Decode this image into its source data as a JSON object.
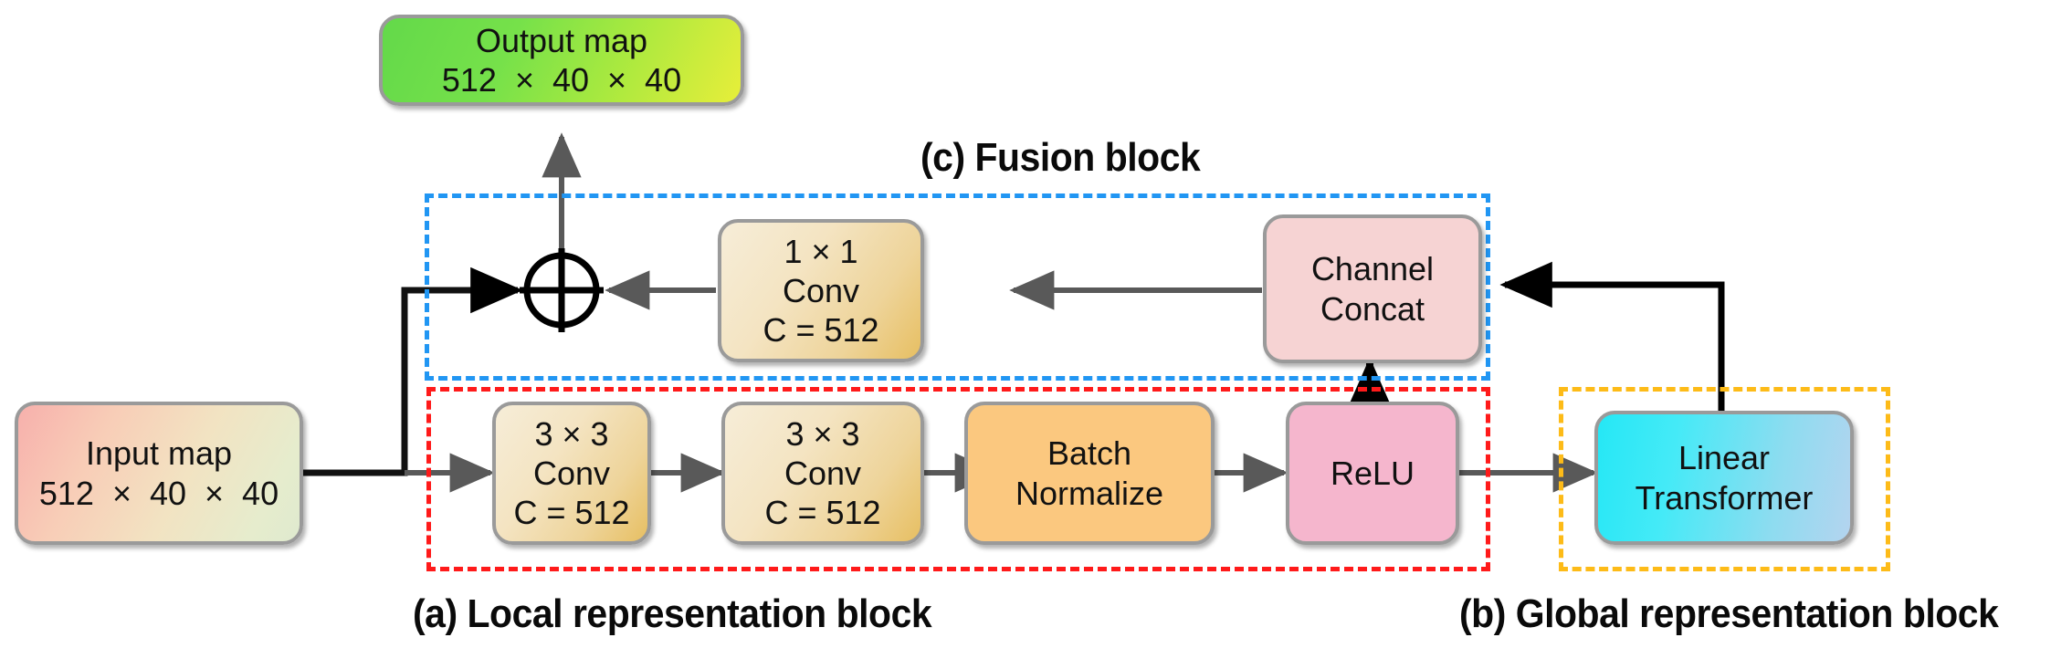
{
  "figure": {
    "title": "Local-global fusion block architecture",
    "background": "#ffffff"
  },
  "colors": {
    "fusion_frame": "#2196f3",
    "local_frame": "#ff1a1a",
    "global_frame": "#fdbb18",
    "node_border": "#9a9a9a",
    "arrow_gray": "#595959",
    "arrow_black": "#000000",
    "output_map": "#76e14a",
    "input_map": "#f7b0ac",
    "conv": "#eed49a",
    "batch_norm": "#fbc87f",
    "relu": "#f5b6cd",
    "channel_concat": "#f6d3d3",
    "linear_transformer": "#25e7f5"
  },
  "nodes": {
    "output_map": {
      "line1": "Output map",
      "line2": "512  ×  40  ×  40"
    },
    "input_map": {
      "line1": "Input map",
      "line2": "512  ×  40  ×  40"
    },
    "conv1x1": {
      "line1": "1 × 1",
      "line2": "Conv",
      "line3": "C = 512"
    },
    "conv3x3_a": {
      "line1": "3 × 3",
      "line2": "Conv",
      "line3": "C = 512"
    },
    "conv3x3_b": {
      "line1": "3 × 3",
      "line2": "Conv",
      "line3": "C = 512"
    },
    "batch_norm": {
      "line1": "Batch",
      "line2": "Normalize"
    },
    "relu": {
      "line1": "ReLU"
    },
    "channel_concat": {
      "line1": "Channel",
      "line2": "Concat"
    },
    "linear_transformer": {
      "line1": "Linear",
      "line2": "Transformer"
    }
  },
  "operators": {
    "add": {
      "symbol": "⊕",
      "name": "element-wise addition"
    }
  },
  "captions": {
    "a": "(a) Local representation block",
    "b": "(b) Global representation block",
    "c": "(c) Fusion block"
  }
}
